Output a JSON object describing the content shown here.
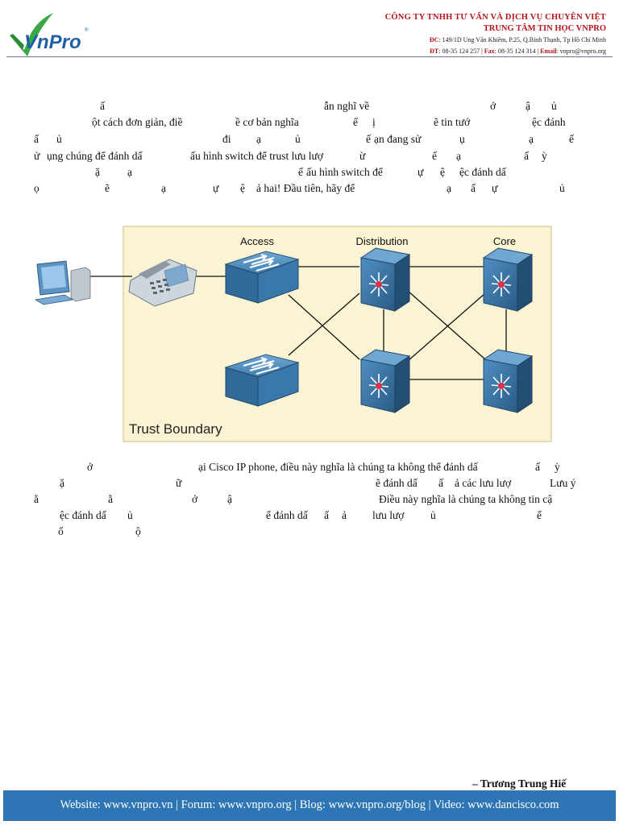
{
  "header": {
    "logo_text": "VnPro",
    "logo_registered": "®",
    "company_name": "CÔNG TY TNHH TƯ VẤN VÀ DỊCH VỤ CHUYÊN VIỆT",
    "center_name": "TRUNG TÂM TIN HỌC VNPRO",
    "address_label": "ĐC",
    "address": ": 149/1D Ung Văn Khiêm, P.25, Q.Bình Thạnh, Tp Hồ Chí Minh",
    "phone_label": "ĐT",
    "phone": ": 08-35 124 257 | ",
    "fax_label": "Fax",
    "fax": ": 08-35 124 314 | ",
    "email_label": "Email",
    "email": ": vnpro@vnpro.org",
    "colors": {
      "brand_red": "#b5141b",
      "logo_blue": "#1f5fa8",
      "logo_green": "#3aa845"
    }
  },
  "paragraph1": {
    "lines": [
      [
        "ấ",
        "ẫn nghĩ về",
        "ớ",
        "ậ",
        "ủ"
      ],
      [
        "ột cách đơn giản, điề",
        "ề cơ bản nghĩa",
        "ế",
        "ị",
        "ẽ tin tướ",
        "ệc đánh"
      ],
      [
        "ấ",
        "ủ",
        "đi",
        "ạ",
        "ủ",
        "ế",
        "ạn đang sử",
        "ụ",
        "ạ",
        "ế"
      ],
      [
        "ử",
        "ụng chúng để đánh dấ",
        "ấu hình switch để trust lưu lượ",
        "ừ",
        "ế",
        "ạ",
        "ấ",
        "ỳ"
      ],
      [
        "ặ",
        "ạ",
        "ế",
        "ấu hình switch để",
        "ự",
        "ệ",
        "ệc đánh dấ"
      ],
      [
        "ọ",
        "ẽ",
        "ạ",
        "ự",
        "ệ",
        "ả hai! Đầu tiên, hãy để",
        "ạ",
        "ấ",
        "ự",
        "ủ"
      ]
    ]
  },
  "diagram": {
    "labels": {
      "access": "Access",
      "distribution": "Distribution",
      "core": "Core",
      "trust_boundary": "Trust Boundary"
    },
    "colors": {
      "panel_bg": "#fbf4d4",
      "panel_border": "#d8c98e",
      "device_blue": "#3f7fb0",
      "device_dark": "#2a5b85"
    }
  },
  "paragraph2": {
    "lines": [
      [
        "ở",
        "ại Cisco IP phone, điều này nghĩa là chúng ta không thể đánh dấ",
        "ấ",
        "ỳ"
      ],
      [
        "ặ",
        "ữ",
        "ẽ đánh dấ",
        "ấ",
        "ả các lưu lượ",
        "Lưu ý"
      ],
      [
        "ằ",
        "ằ",
        "ớ",
        "ậ",
        "Điều này nghĩa là chúng ta không tin cậ"
      ],
      [
        "ệc đánh dấ",
        "ủ",
        "ể đánh dấ",
        "ấ",
        "ả",
        "lưu lượ",
        "ủ",
        "ế"
      ],
      [
        "ố",
        "ộ"
      ]
    ]
  },
  "author": "– Trương Trung Hiế",
  "footer": {
    "text": "Website: www.vnpro.vn | Forum: www.vnpro.org | Blog: www.vnpro.org/blog | Video: www.dancisco.com",
    "color": "#2e75b6"
  }
}
